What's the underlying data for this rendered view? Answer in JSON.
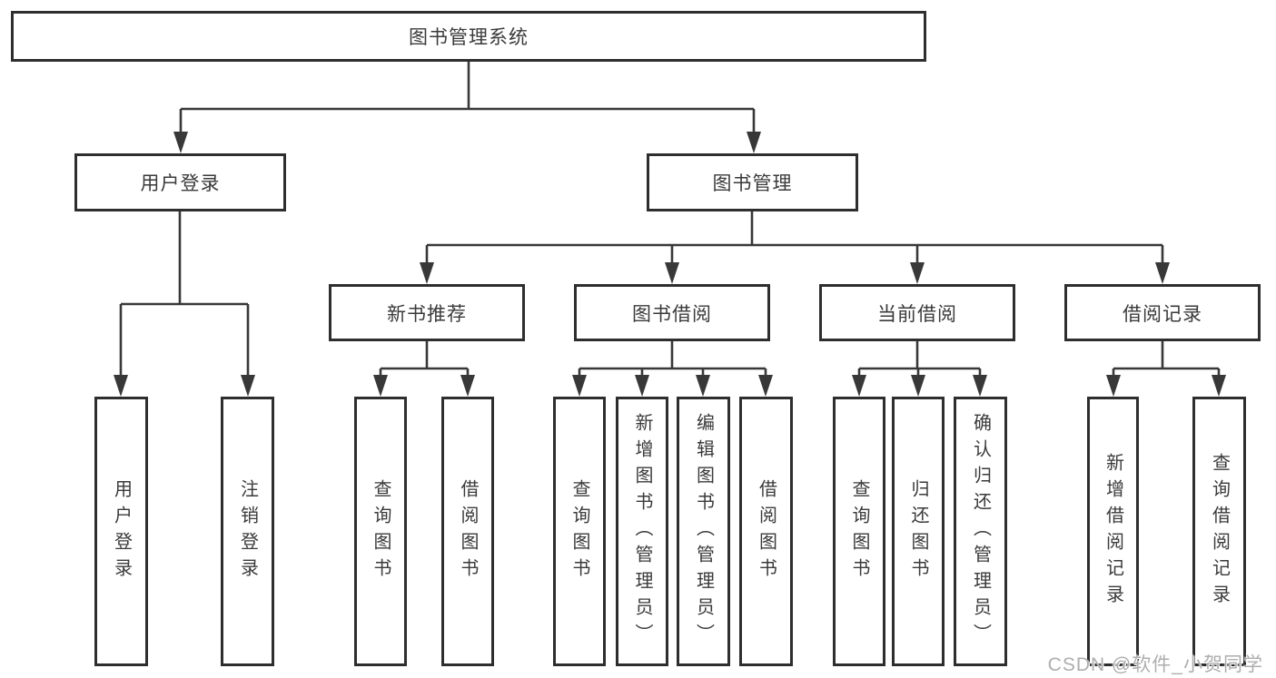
{
  "tree": {
    "label": "图书管理系统",
    "children": [
      {
        "label": "用户登录",
        "children": [
          {
            "label": "用户登录"
          },
          {
            "label": "注销登录"
          }
        ]
      },
      {
        "label": "图书管理",
        "children": [
          {
            "label": "新书推荐",
            "children": [
              {
                "label": "查询图书"
              },
              {
                "label": "借阅图书"
              }
            ]
          },
          {
            "label": "图书借阅",
            "children": [
              {
                "label": "查询图书"
              },
              {
                "label": "新增图书（管理员）"
              },
              {
                "label": "编辑图书（管理员）"
              },
              {
                "label": "借阅图书"
              }
            ]
          },
          {
            "label": "当前借阅",
            "children": [
              {
                "label": "查询图书"
              },
              {
                "label": "归还图书"
              },
              {
                "label": "确认归还（管理员）"
              }
            ]
          },
          {
            "label": "借阅记录",
            "children": [
              {
                "label": "新增借阅记录"
              },
              {
                "label": "查询借阅记录"
              }
            ]
          }
        ]
      }
    ]
  },
  "watermark": {
    "text": "CSDN @软件_小贺同学"
  },
  "colors": {
    "line": "#383838",
    "box_border": "#2e2e2e",
    "text": "#3a3a3a",
    "watermark": "#aeaeae",
    "background": "#ffffff"
  }
}
